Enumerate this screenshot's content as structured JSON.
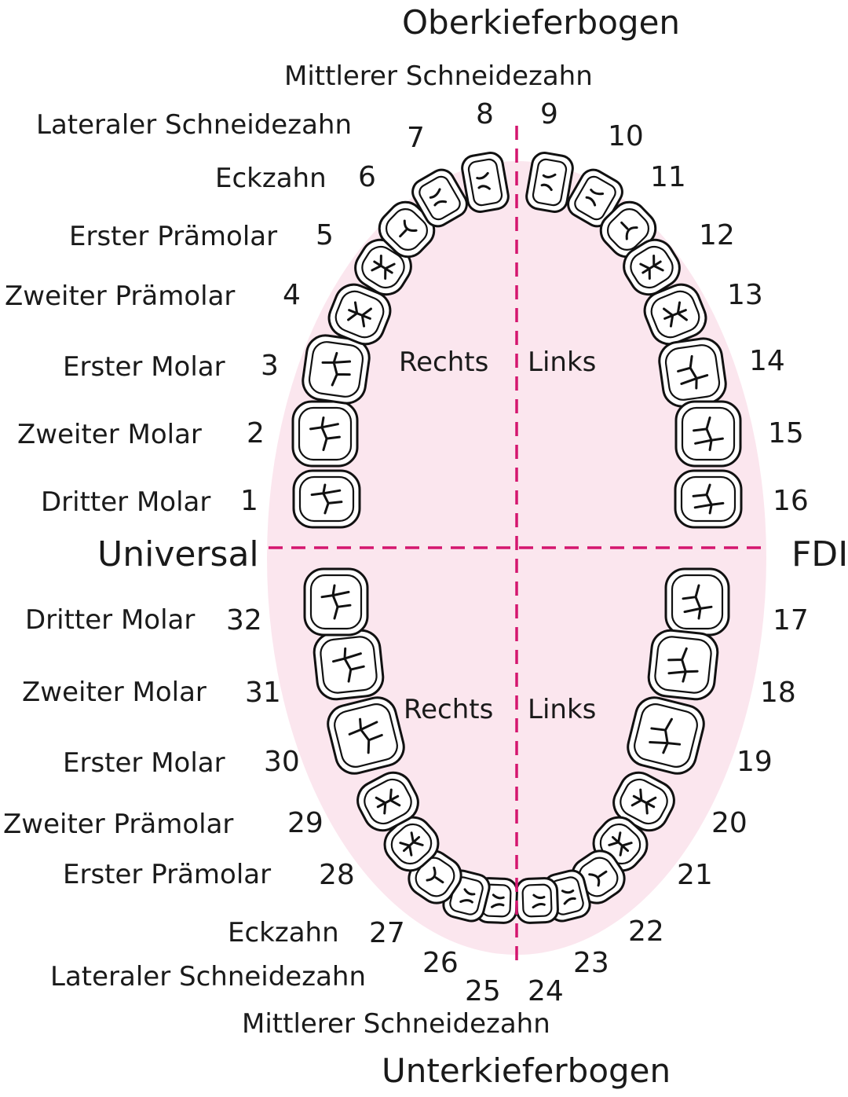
{
  "titles": {
    "upper": "Oberkieferbogen",
    "lower": "Unterkieferbogen",
    "left_system": "Universal",
    "right_system": "FDI"
  },
  "quadrants": {
    "upper_right": "Rechts",
    "upper_left": "Links",
    "lower_right": "Rechts",
    "lower_left": "Links"
  },
  "upper_labels": {
    "central_incisor": "Mittlerer Schneidezahn",
    "lateral_incisor": "Lateraler Schneidezahn",
    "canine": "Eckzahn",
    "first_premolar": "Erster Prämolar",
    "second_premolar": "Zweiter Prämolar",
    "first_molar": "Erster Molar",
    "second_molar": "Zweiter Molar",
    "third_molar": "Dritter Molar"
  },
  "lower_labels": {
    "third_molar": "Dritter Molar",
    "second_molar": "Zweiter Molar",
    "first_molar": "Erster Molar",
    "second_premolar": "Zweiter  Prämolar",
    "first_premolar": "Erster Prämolar",
    "canine": "Eckzahn",
    "lateral_incisor": "Lateraler Schneidezahn",
    "central_incisor": "Mittlerer Schneidezahn"
  },
  "tooth_numbers": {
    "t1": "1",
    "t2": "2",
    "t3": "3",
    "t4": "4",
    "t5": "5",
    "t6": "6",
    "t7": "7",
    "t8": "8",
    "t9": "9",
    "t10": "10",
    "t11": "11",
    "t12": "12",
    "t13": "13",
    "t14": "14",
    "t15": "15",
    "t16": "16",
    "t17": "17",
    "t18": "18",
    "t19": "19",
    "t20": "20",
    "t21": "21",
    "t22": "22",
    "t23": "23",
    "t24": "24",
    "t25": "25",
    "t26": "26",
    "t27": "27",
    "t28": "28",
    "t29": "29",
    "t30": "30",
    "t31": "31",
    "t32": "32"
  },
  "colors": {
    "arch_background": "#fbe6ee",
    "divider": "#d4166f"
  }
}
